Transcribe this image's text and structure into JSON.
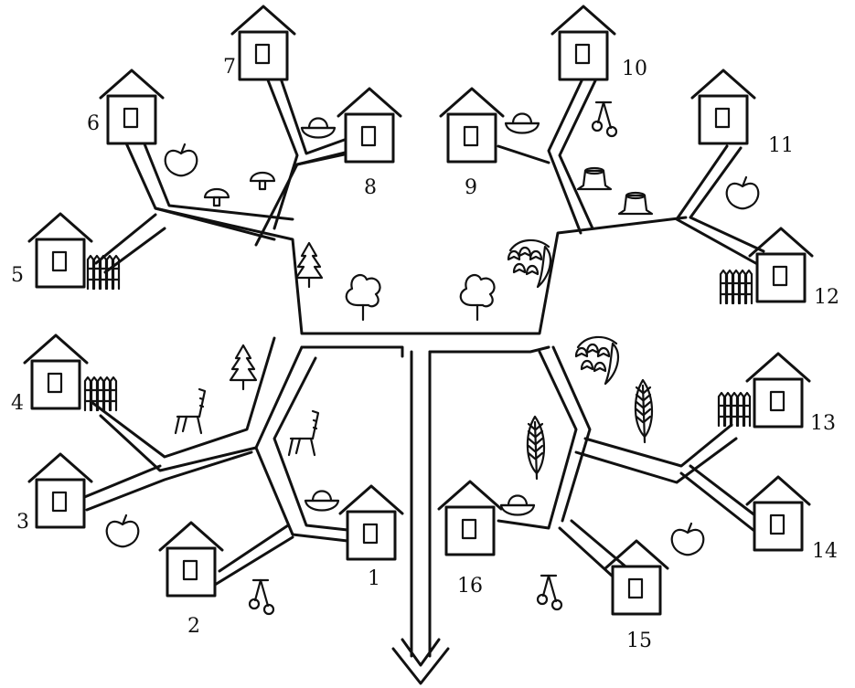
{
  "diagram": {
    "house_labels": [
      "1",
      "2",
      "3",
      "4",
      "5",
      "6",
      "7",
      "8",
      "9",
      "10",
      "11",
      "12",
      "13",
      "14",
      "15",
      "16"
    ],
    "icons": {
      "house": "house-icon",
      "fence": "fence-icon",
      "apple": "apple-icon",
      "mushroom": "mushroom-icon",
      "basket": "basket-icon",
      "cherry": "cherry-icon",
      "stump": "stump-icon",
      "spruce": "spruce-icon",
      "tree": "tree-icon",
      "chair": "chair-icon",
      "lily": "lily-of-valley-icon",
      "leaf": "leaf-icon",
      "arrow": "exit-arrow-icon"
    },
    "colors": {
      "ink": "#111111",
      "paper": "#ffffff"
    }
  }
}
